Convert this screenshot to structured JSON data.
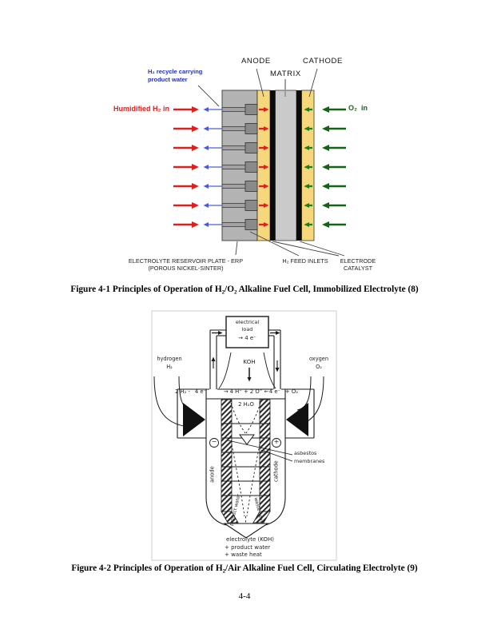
{
  "figure1": {
    "anode_label": "ANODE",
    "matrix_label": "MATRIX",
    "cathode_label": "CATHODE",
    "h2_recycle_line1": "H₂ recycle carrying",
    "h2_recycle_line2": "product water",
    "humidified_h2_label": "Humidified H₂ in",
    "o2_in_label": "O₂  in",
    "erp_label_line1": "ELECTROLYTE RESERVOIR PLATE - ERP",
    "erp_label_line2": "(POROUS NICKEL-SINTER)",
    "h2_feed_inlets_label": "H₂ FEED INLETS",
    "electrode_catalyst_line1": "ELECTRODE",
    "electrode_catalyst_line2": "CATALYST",
    "caption": "Figure 4-1 Principles of Operation of H₂/O₂ Alkaline Fuel Cell, Immobilized Electrolyte (8)",
    "colors": {
      "electrode_fill": "#f6d77c",
      "matrix_fill": "#cacaca",
      "erp_fill": "#b3b3b3",
      "h2_arrow": "#e01e1e",
      "recycle_arrow": "#4a5ae0",
      "o2_arrow_outer": "#156315",
      "o2_arrow_inner": "#1e8020"
    }
  },
  "figure2": {
    "electrical_load_line1": "electrical",
    "electrical_load_line2": "load",
    "electron_flow_label": "→ 4 e⁻",
    "koh_label": "KOH",
    "hydrogen_line1": "hydrogen",
    "hydrogen_line2": "H₂",
    "oxygen_line1": "oxygen",
    "oxygen_line2": "O₂",
    "anode_reaction_left": "2 H₂ -",
    "anode_electrons": "4 e⁻",
    "center_reaction": "→ 4 H⁺ + 2 O⁼ ←",
    "cathode_electrons": "4 e⁻",
    "cathode_reaction_right": "+ O₂",
    "water_label": "2 H₂O",
    "minus_sign": "−",
    "plus_sign": "+",
    "anode_label": "anode",
    "cathode_label": "cathode",
    "asbestos_line1": "asbestos",
    "asbestos_line2": "membranes",
    "product_water_label": "product water",
    "waste_heat_label": "waste heat",
    "outlet_line1": "electrolyte (KOH)",
    "outlet_line2": "+ product water",
    "outlet_line3": "+ waste heat",
    "caption": "Figure 4-2 Principles of Operation of H₂/Air Alkaline Fuel Cell, Circulating Electrolyte (9)"
  },
  "footer": {
    "page_number": "4-4"
  }
}
